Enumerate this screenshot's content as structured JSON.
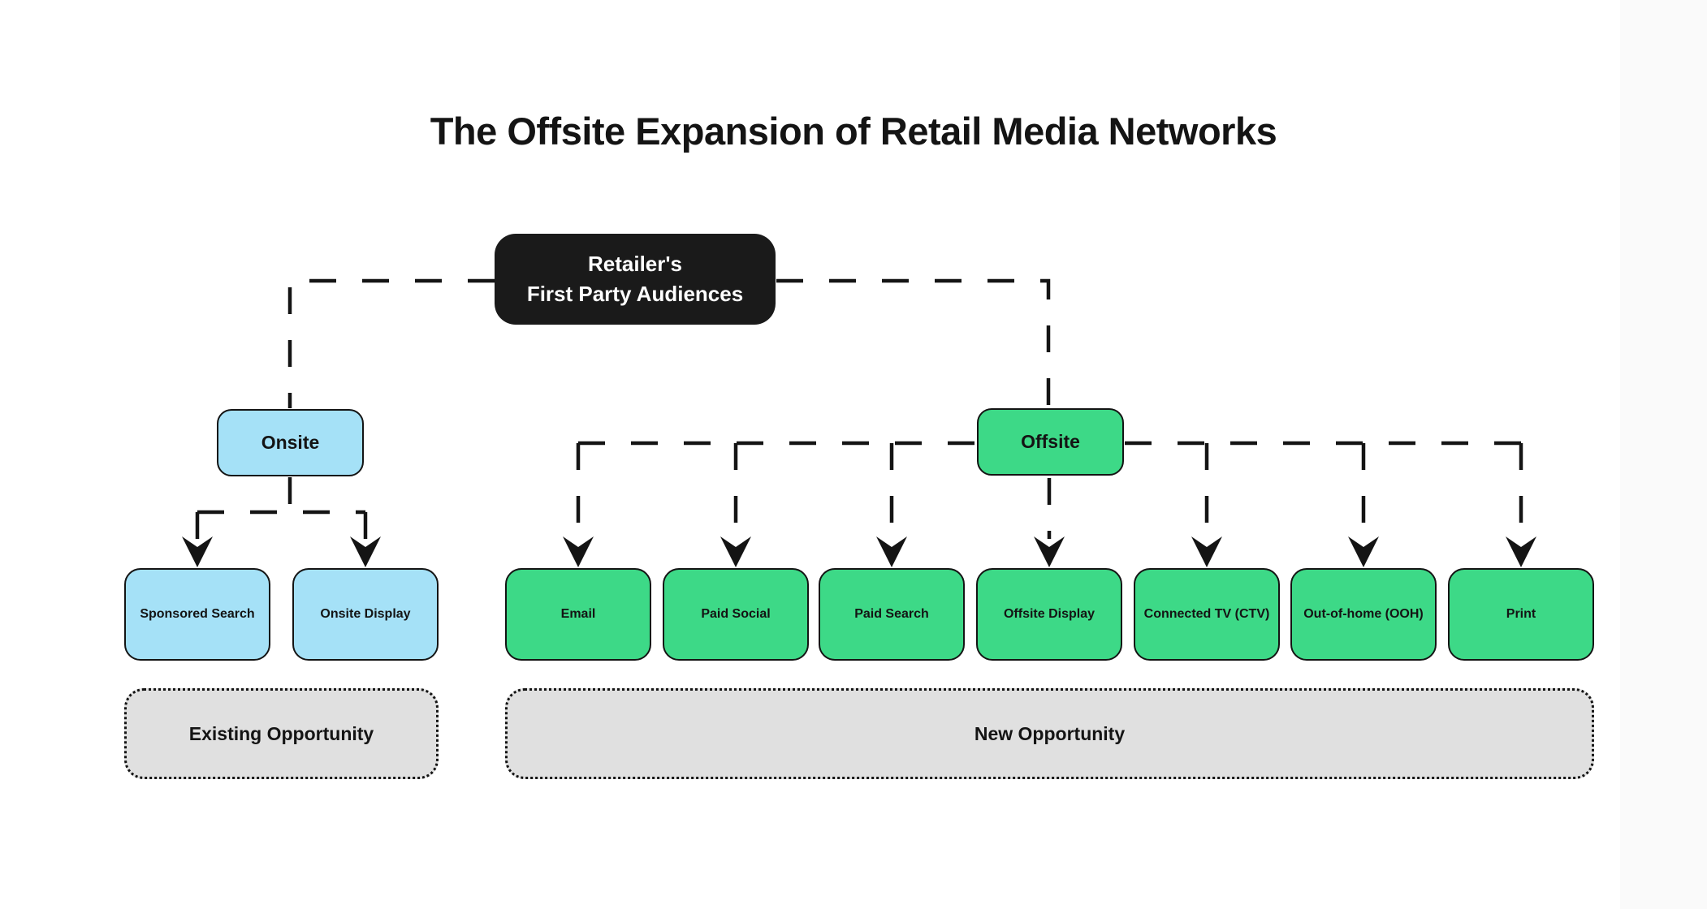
{
  "title": "The Offsite Expansion of Retail Media Networks",
  "diagram": {
    "root": {
      "line1": "Retailer's",
      "line2": "First Party Audiences"
    },
    "onsite": {
      "label": "Onsite",
      "children": [
        {
          "label": "Sponsored Search"
        },
        {
          "label": "Onsite Display"
        }
      ],
      "group_label": "Existing Opportunity"
    },
    "offsite": {
      "label": "Offsite",
      "children": [
        {
          "label": "Email"
        },
        {
          "label": "Paid Social"
        },
        {
          "label": "Paid Search"
        },
        {
          "label": "Offsite Display"
        },
        {
          "label": "Connected TV (CTV)"
        },
        {
          "label": "Out-of-home (OOH)"
        },
        {
          "label": "Print"
        }
      ],
      "group_label": "New Opportunity"
    }
  },
  "colors": {
    "page-bg": "#fafafa",
    "canvas-fill": "#ffffff",
    "node-dark": "#1a1a1a",
    "node-blue": "#a5e1f7",
    "node-green": "#3dd987",
    "node-gray": "#e0e0e0",
    "line-color": "#141414",
    "text-dark": "#141414",
    "text-light": "#ffffff"
  }
}
